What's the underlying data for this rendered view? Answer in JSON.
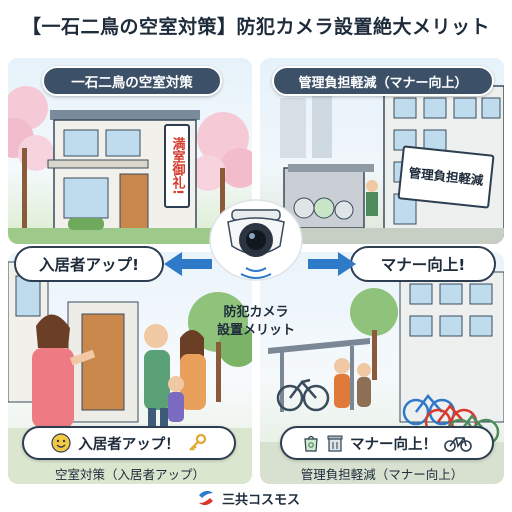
{
  "title": "【一石二鳥の空室対策】防犯カメラ設置絶大メリット",
  "panels": {
    "top_left": {
      "pill": "一石二鳥の空室対策",
      "sign": "満室御礼!"
    },
    "top_right": {
      "pill": "管理負担軽減（マナー向上）",
      "sign": "管理負担軽減"
    }
  },
  "callouts": {
    "left": "入居者アップ!",
    "right": "マナー向上!"
  },
  "center": {
    "line1": "防犯カメラ",
    "line2": "設置メリット"
  },
  "benefits": {
    "left": "入居者アップ！",
    "right": "マナー向上！"
  },
  "captions": {
    "left": "空室対策（入居者アップ）",
    "right": "管理負担軽減（マナー向上）"
  },
  "logo": {
    "text": "三共コスモス"
  },
  "icons": {
    "smile": "smile-icon",
    "key": "key-icon",
    "recycle": "recycle-bag-icon",
    "trash": "trash-can-icon",
    "bicycle": "bicycle-icon",
    "camera": "security-camera-icon"
  },
  "colors": {
    "pill": "#3c5168",
    "arrow": "#2f79c9",
    "sign_red": "#d33b2b",
    "logo_blue": "#2f79c9",
    "logo_red": "#d8392b"
  }
}
